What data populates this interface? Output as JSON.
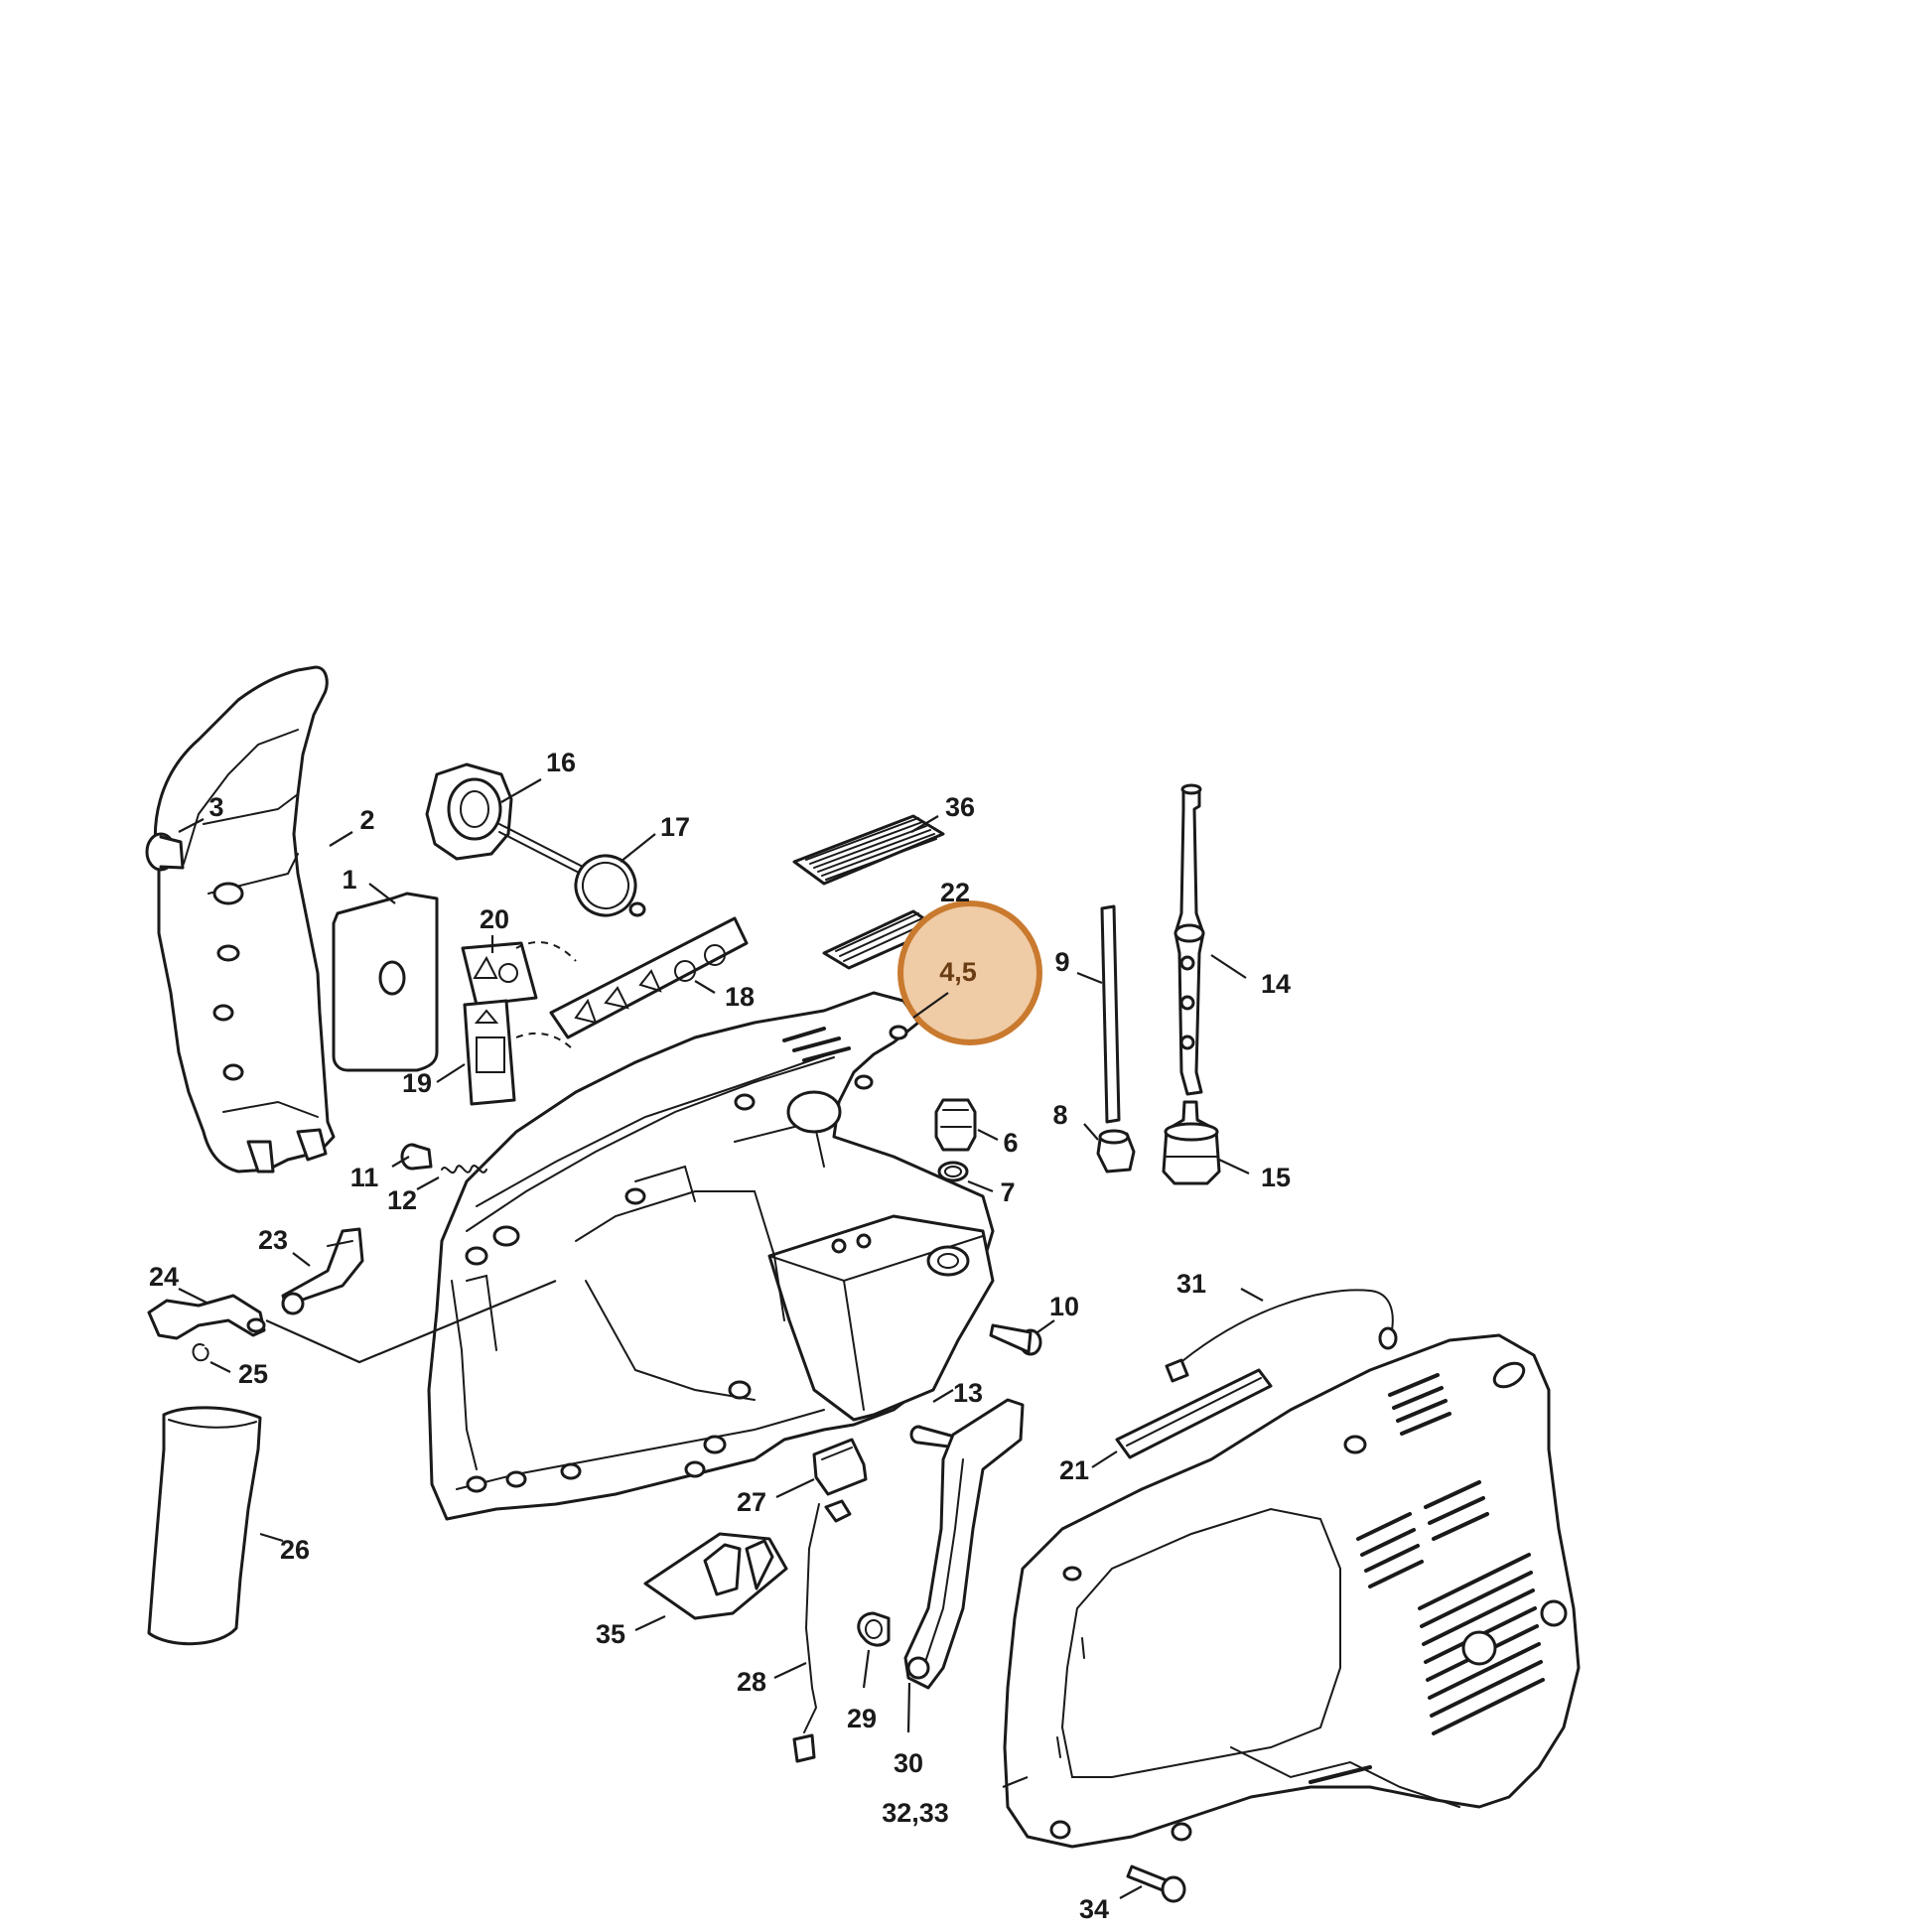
{
  "highlight": {
    "label": "4,5",
    "fill": "#efcba6",
    "stroke": "#c97a2e",
    "text_color": "#6b3d14"
  },
  "callouts": [
    {
      "id": "1",
      "label": "1"
    },
    {
      "id": "2",
      "label": "2"
    },
    {
      "id": "3",
      "label": "3"
    },
    {
      "id": "6",
      "label": "6"
    },
    {
      "id": "7",
      "label": "7"
    },
    {
      "id": "8",
      "label": "8"
    },
    {
      "id": "9",
      "label": "9"
    },
    {
      "id": "10",
      "label": "10"
    },
    {
      "id": "11",
      "label": "11"
    },
    {
      "id": "12",
      "label": "12"
    },
    {
      "id": "13",
      "label": "13"
    },
    {
      "id": "14",
      "label": "14"
    },
    {
      "id": "15",
      "label": "15"
    },
    {
      "id": "16",
      "label": "16"
    },
    {
      "id": "17",
      "label": "17"
    },
    {
      "id": "18",
      "label": "18"
    },
    {
      "id": "19",
      "label": "19"
    },
    {
      "id": "20",
      "label": "20"
    },
    {
      "id": "21",
      "label": "21"
    },
    {
      "id": "22",
      "label": "22"
    },
    {
      "id": "23",
      "label": "23"
    },
    {
      "id": "24",
      "label": "24"
    },
    {
      "id": "25",
      "label": "25"
    },
    {
      "id": "26",
      "label": "26"
    },
    {
      "id": "27",
      "label": "27"
    },
    {
      "id": "28",
      "label": "28"
    },
    {
      "id": "29",
      "label": "29"
    },
    {
      "id": "30",
      "label": "30"
    },
    {
      "id": "31",
      "label": "31"
    },
    {
      "id": "32-33",
      "label": "32,33"
    },
    {
      "id": "34",
      "label": "34"
    },
    {
      "id": "35",
      "label": "35"
    },
    {
      "id": "36",
      "label": "36"
    }
  ]
}
